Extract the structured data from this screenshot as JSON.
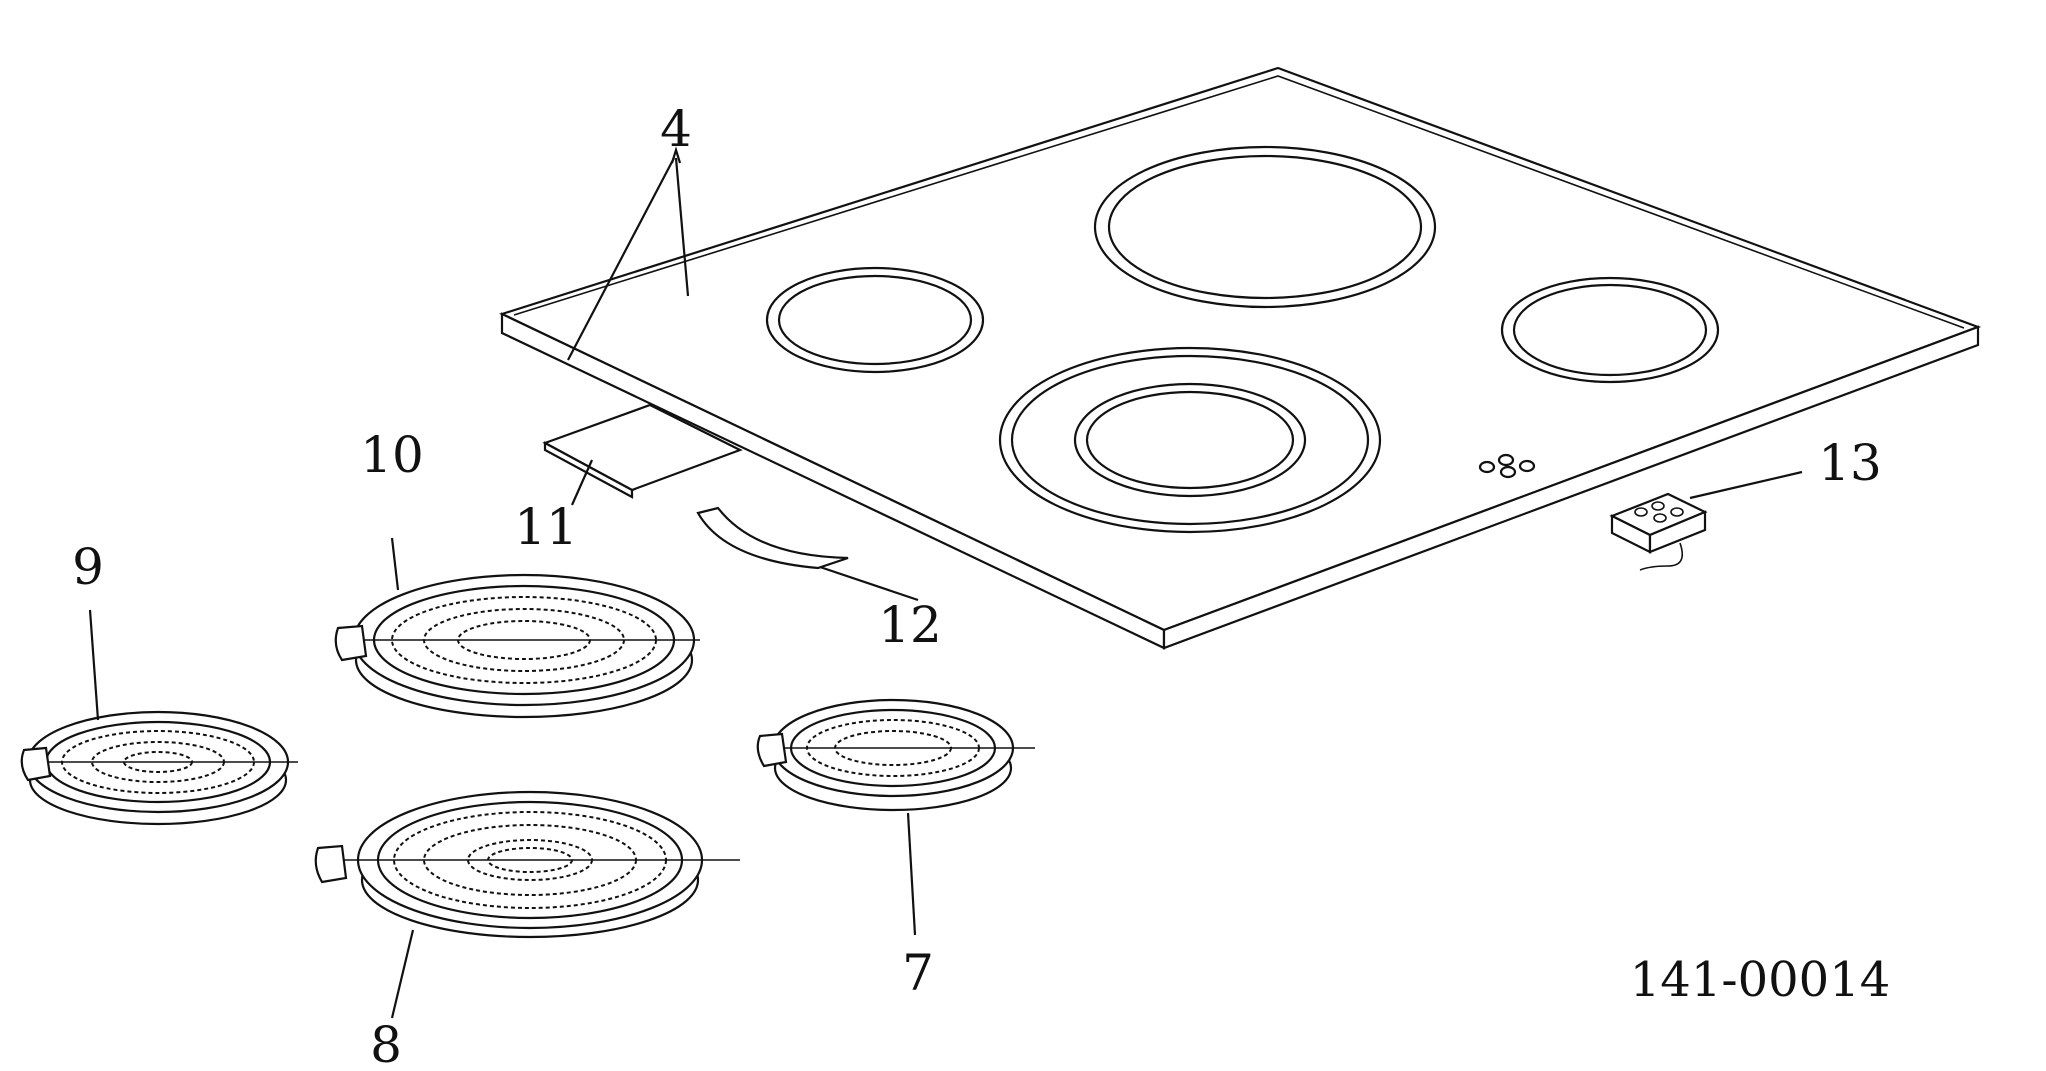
{
  "callouts": {
    "c4": "4",
    "c7": "7",
    "c8": "8",
    "c9": "9",
    "c10": "10",
    "c11": "11",
    "c12": "12",
    "c13": "13"
  },
  "drawing_number": "141-00014"
}
